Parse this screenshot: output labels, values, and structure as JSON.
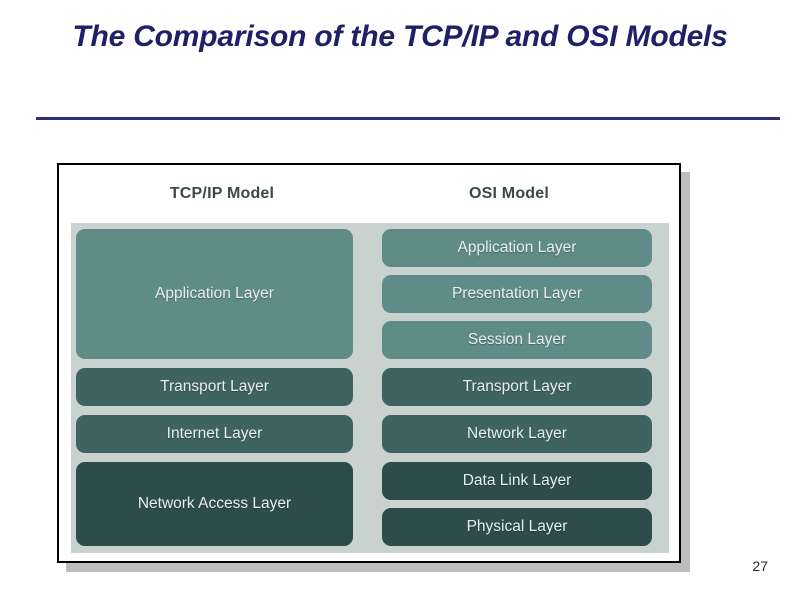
{
  "slide": {
    "title": "The Comparison of the TCP/IP and OSI Models",
    "page_number": "27",
    "title_color": "#1f2068",
    "rule_color": "#2e2e7a"
  },
  "diagram": {
    "columns": [
      {
        "id": "tcpip",
        "heading": "TCP/IP Model"
      },
      {
        "id": "osi",
        "heading": "OSI Model"
      }
    ],
    "palette": {
      "light_teal": "#5f8b89",
      "mid_teal": "#3f6361",
      "dark_teal": "#2e4d4a",
      "band_gray": "#c9d2cf",
      "frame_border": "#000000",
      "shadow": "#bdbdbd"
    },
    "tcpip_layers": [
      {
        "label": "Application Layer",
        "tone": "light"
      },
      {
        "label": "Transport Layer",
        "tone": "mid"
      },
      {
        "label": "Internet Layer",
        "tone": "mid"
      },
      {
        "label": "Network Access Layer",
        "tone": "dark"
      }
    ],
    "osi_layers": [
      {
        "label": "Application Layer",
        "tone": "light"
      },
      {
        "label": "Presentation Layer",
        "tone": "light"
      },
      {
        "label": "Session Layer",
        "tone": "light"
      },
      {
        "label": "Transport Layer",
        "tone": "mid"
      },
      {
        "label": "Network Layer",
        "tone": "mid"
      },
      {
        "label": "Data Link Layer",
        "tone": "dark"
      },
      {
        "label": "Physical Layer",
        "tone": "dark"
      }
    ]
  }
}
